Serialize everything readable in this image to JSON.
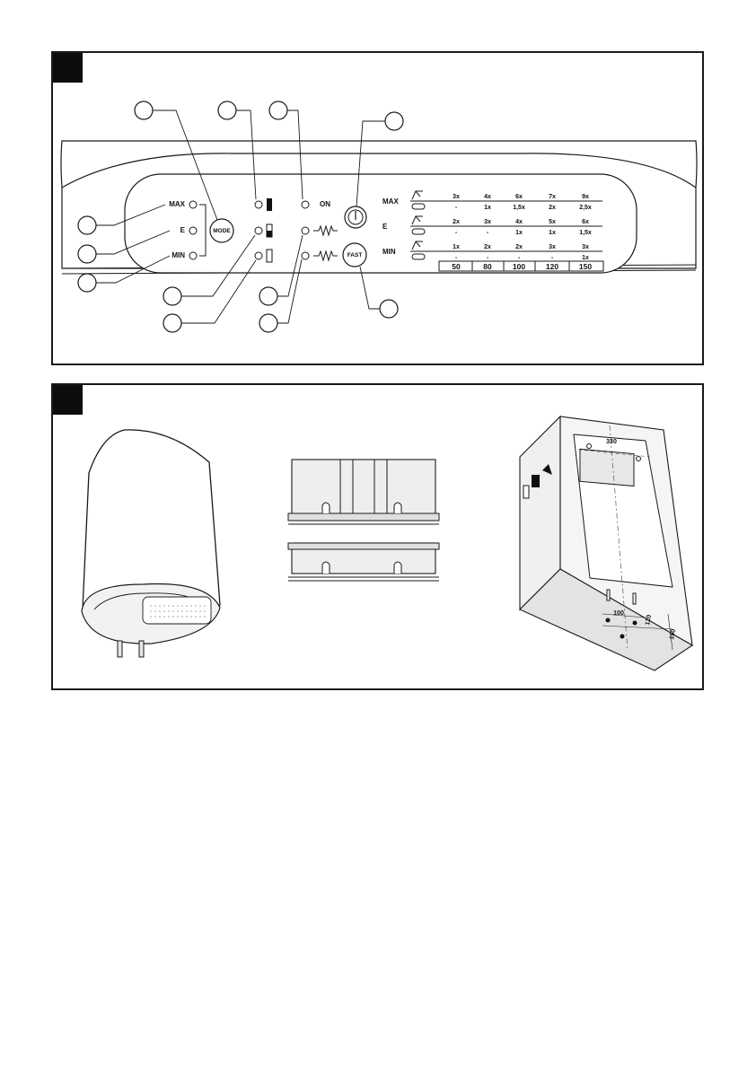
{
  "panel": {
    "levels": [
      "MAX",
      "E",
      "MIN"
    ],
    "mode_button": "MODE",
    "on_label": "ON",
    "fast_button": "FAST",
    "table_rows": [
      {
        "label": "MAX",
        "shower": [
          "3x",
          "4x",
          "6x",
          "7x",
          "9x"
        ],
        "bath": [
          "-",
          "1x",
          "1,5x",
          "2x",
          "2,5x"
        ]
      },
      {
        "label": "E",
        "shower": [
          "2x",
          "3x",
          "4x",
          "5x",
          "6x"
        ],
        "bath": [
          "-",
          "-",
          "1x",
          "1x",
          "1,5x"
        ]
      },
      {
        "label": "MIN",
        "shower": [
          "1x",
          "2x",
          "2x",
          "3x",
          "3x"
        ],
        "bath": [
          "-",
          "-",
          "-",
          "-",
          "1x"
        ]
      }
    ],
    "capacities": [
      "50",
      "80",
      "100",
      "120",
      "150"
    ]
  },
  "mounting": {
    "dim_top": "330",
    "dim_horizontal": "100",
    "dim_vertical_short": "120",
    "dim_vertical_long": "100"
  },
  "colors": {
    "line": "#1a1a1a",
    "fill_gray": "#e6e6e6",
    "corner": "#0d0d0d"
  }
}
